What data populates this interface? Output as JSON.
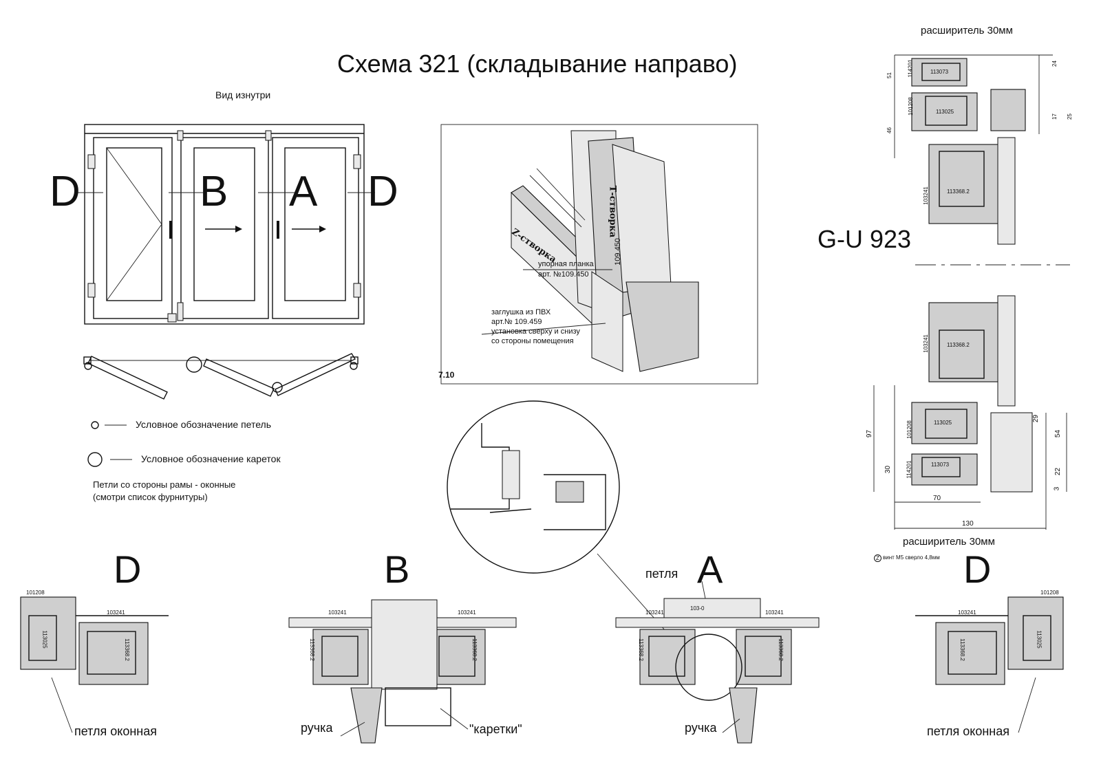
{
  "title": "Схема 321 (складывание направо)",
  "view_label": "Вид изнутри",
  "section_labels": {
    "left_d": "D",
    "b": "B",
    "a": "A",
    "right_d": "D"
  },
  "legend": {
    "hinge": "Условное обозначение петель",
    "carriage": "Условное обозначение кареток",
    "note_line1": "Петли со стороны рамы - оконные",
    "note_line2": "(смотри список фурнитуры)"
  },
  "iso": {
    "t_sash": "Т-створка",
    "z_sash": "Z-створка",
    "article_vertical": "109.450",
    "stop_bar": "упорная планка",
    "stop_bar_art": "арт. №109.450",
    "plug": "заглушка из ПВХ",
    "plug_art": "арт.№  109.459",
    "install1": "установка сверху и снизу",
    "install2": "со стороны помещения",
    "fig": "7.10"
  },
  "right_top": {
    "expander": "расширитель 30мм",
    "dims": [
      "51",
      "46",
      "24",
      "17",
      "25"
    ],
    "profiles": [
      "113073",
      "113025",
      "113368.2"
    ],
    "small": [
      "114201",
      "101208",
      "103241"
    ]
  },
  "gu": "G-U 923",
  "right_bottom": {
    "dims": [
      "97",
      "30",
      "29",
      "54",
      "22",
      "3",
      "70",
      "130"
    ],
    "profiles": [
      "113368.2",
      "113025",
      "113073"
    ],
    "small": [
      "103241",
      "101208",
      "114201"
    ],
    "expander": "расширитель 30мм",
    "screw_note": "винт M5 сверло 4,8мм",
    "z": "Z"
  },
  "bottom": {
    "d_left": "D",
    "b": "B",
    "a": "A",
    "d_right": "D",
    "hinge_window_left": "петля оконная",
    "handle_left": "ручка",
    "carriages": "\"каретки\"",
    "hinge": "петля",
    "handle_right": "ручка",
    "hinge_window_right": "петля оконная",
    "codes": {
      "c101208": "101208",
      "c103241": "103241",
      "c113025": "113025",
      "c113368": "113368.2",
      "c103_6": "103-0"
    }
  }
}
